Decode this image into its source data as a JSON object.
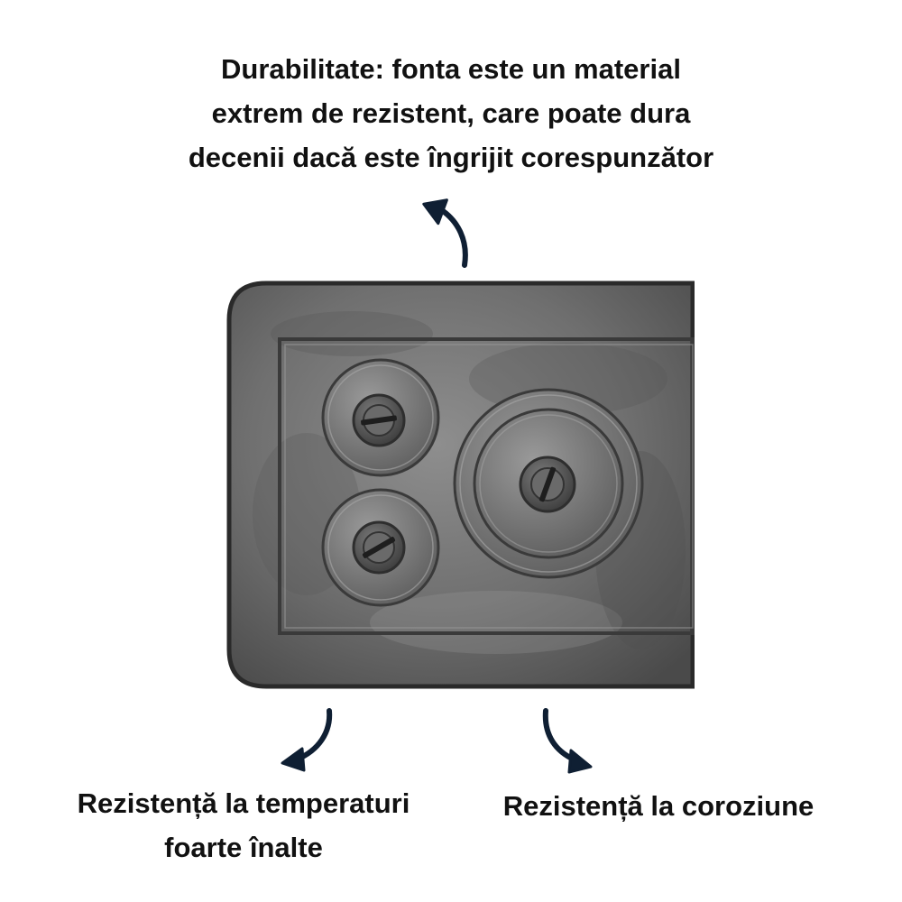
{
  "captions": {
    "top": [
      "Durabilitate: fonta este un material",
      "extrem de rezistent, care poate dura",
      "decenii dacă este îngrijit corespunzător"
    ],
    "bottom_left": [
      "Rezistență la temperaturi",
      "foarte înalte"
    ],
    "bottom_right": [
      "Rezistență la coroziune"
    ]
  },
  "image": {
    "subject": "cast iron stove top plate with three burner lids",
    "burner_count": 3
  },
  "icons": {
    "top_arrow": "curved-arrow-up-icon",
    "bottom_left_arrow": "curved-arrow-down-left-icon",
    "bottom_right_arrow": "curved-arrow-down-right-icon"
  },
  "colors": {
    "text": "#111111",
    "arrow": "#0f1f33",
    "plate_dark": "#2a2a2a",
    "plate_light": "#8e8e8e"
  }
}
